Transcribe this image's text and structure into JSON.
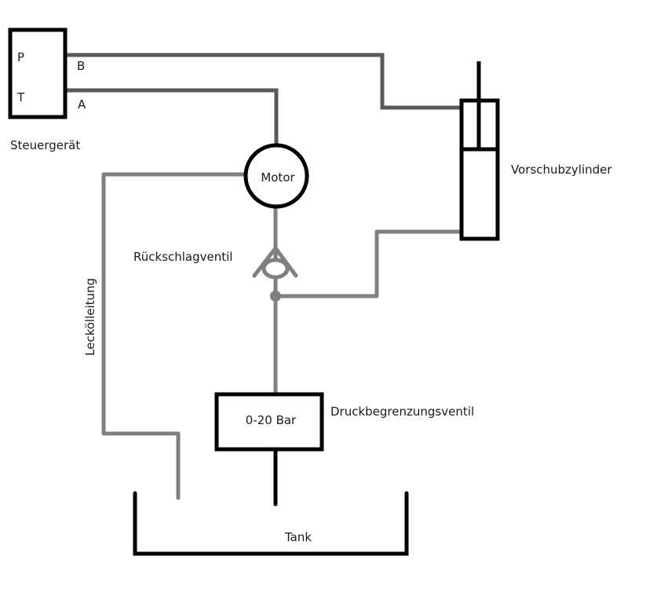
{
  "diagram": {
    "title": "Hydraulic circuit: feed cylinder with motor",
    "colors": {
      "component_outline": "#000000",
      "main_lines": "#595959",
      "secondary_lines": "#7f7f7f",
      "text": "#1a1a1a"
    },
    "components": {
      "control_unit": {
        "label": "Steuergerät",
        "port_p": "P",
        "port_t": "T",
        "line_b": "B",
        "line_a": "A"
      },
      "motor": {
        "label": "Motor"
      },
      "check_valve": {
        "label": "Rückschlagventil"
      },
      "cylinder": {
        "label": "Vorschubzylinder"
      },
      "relief_valve": {
        "label": "Druckbegrenzungsventil",
        "setting": "0-20 Bar"
      },
      "tank": {
        "label": "Tank"
      },
      "leak_line": {
        "label": "Leckölleitung"
      }
    }
  }
}
